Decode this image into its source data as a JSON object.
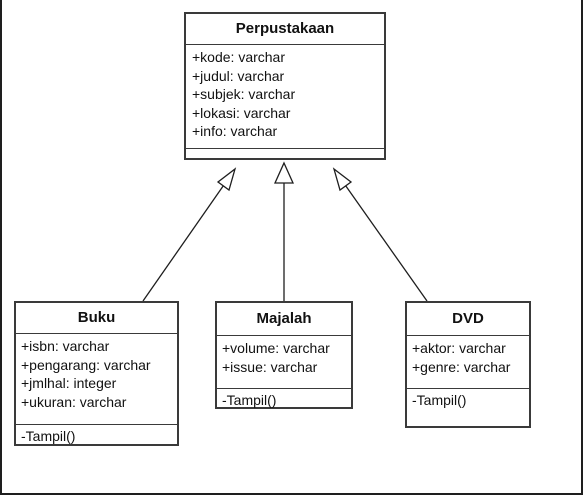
{
  "classes": {
    "perpustakaan": {
      "name": "Perpustakaan",
      "attributes": [
        "+kode: varchar",
        "+judul: varchar",
        "+subjek: varchar",
        "+lokasi: varchar",
        "+info: varchar"
      ],
      "operations": []
    },
    "buku": {
      "name": "Buku",
      "attributes": [
        "+isbn: varchar",
        "+pengarang: varchar",
        "+jmlhal: integer",
        "+ukuran: varchar"
      ],
      "operations": [
        "-Tampil()"
      ]
    },
    "majalah": {
      "name": "Majalah",
      "attributes": [
        "+volume: varchar",
        "+issue: varchar"
      ],
      "operations": [
        "-Tampil()"
      ]
    },
    "dvd": {
      "name": "DVD",
      "attributes": [
        "+aktor: varchar",
        "+genre: varchar"
      ],
      "operations": [
        "-Tampil()"
      ]
    }
  },
  "relations": [
    {
      "type": "generalization",
      "from": "Buku",
      "to": "Perpustakaan"
    },
    {
      "type": "generalization",
      "from": "Majalah",
      "to": "Perpustakaan"
    },
    {
      "type": "generalization",
      "from": "DVD",
      "to": "Perpustakaan"
    }
  ]
}
